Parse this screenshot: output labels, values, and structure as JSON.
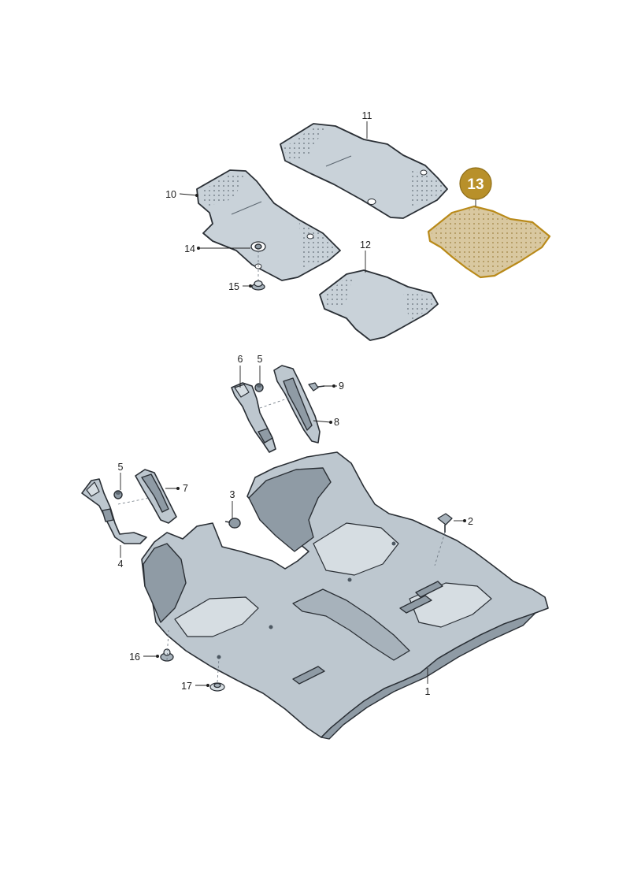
{
  "callouts": {
    "c1": "1",
    "c2": "2",
    "c3": "3",
    "c4": "4",
    "c5a": "5",
    "c5b": "5",
    "c6": "6",
    "c7": "7",
    "c8": "8",
    "c9": "9",
    "c10": "10",
    "c11": "11",
    "c12": "12",
    "c13": "13",
    "c14": "14",
    "c15": "15",
    "c16": "16",
    "c17": "17"
  },
  "highlight": {
    "part": "13",
    "badge_color": "#b8902a",
    "outline_color": "#b98a1a"
  },
  "colors": {
    "part_fill": "#bdc7cf",
    "outline": "#2a2f35"
  }
}
